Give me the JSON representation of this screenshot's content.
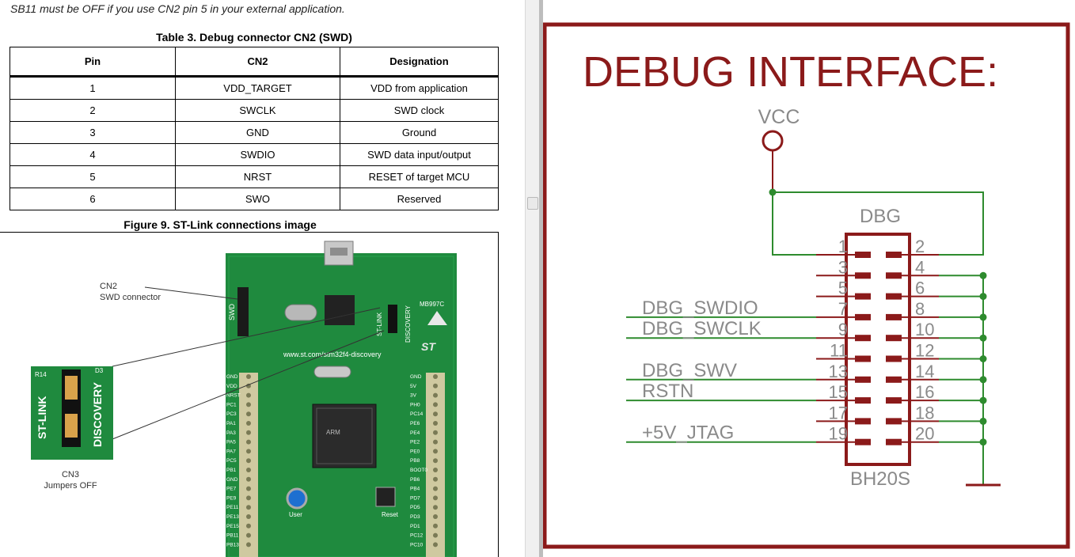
{
  "doc": {
    "note": "SB11 must be OFF if you use CN2 pin 5 in your external application.",
    "table_caption": "Table 3. Debug connector CN2 (SWD)",
    "table": {
      "headers": [
        "Pin",
        "CN2",
        "Designation"
      ],
      "rows": [
        [
          "1",
          "VDD_TARGET",
          "VDD from application"
        ],
        [
          "2",
          "SWCLK",
          "SWD clock"
        ],
        [
          "3",
          "GND",
          "Ground"
        ],
        [
          "4",
          "SWDIO",
          "SWD data input/output"
        ],
        [
          "5",
          "NRST",
          "RESET of target MCU"
        ],
        [
          "6",
          "SWO",
          "Reserved"
        ]
      ]
    },
    "figure_caption": "Figure 9. ST-Link connections image",
    "figure": {
      "cn2_label": "CN2",
      "cn2_sub": "SWD connector",
      "cn3_label": "CN3",
      "cn3_sub": "Jumpers OFF",
      "inset_left": "ST-LINK",
      "inset_right": "DISCOVERY",
      "inset_r14": "R14",
      "inset_d3": "D3",
      "board_id": "MB997C",
      "board_url": "www.st.com/stm32f4-discovery",
      "board_stlink": "ST-LINK",
      "board_discovery": "DISCOVERY",
      "board_swd": "SWD",
      "board_user": "User",
      "board_reset": "Reset",
      "left_header_labels": [
        "GND",
        "VDD",
        "NRST",
        "PC1",
        "PC3",
        "PA1",
        "PA3",
        "PA5",
        "PA7",
        "PC5",
        "PB1",
        "GND",
        "PE7",
        "PE9",
        "PE11",
        "PE13",
        "PE15",
        "PB11",
        "PB13"
      ],
      "right_header_labels": [
        "GND",
        "5V",
        "3V",
        "PH0",
        "PC14",
        "PE6",
        "PE4",
        "PE2",
        "PE0",
        "PB8",
        "BOOT0",
        "PB6",
        "PB4",
        "PD7",
        "PD5",
        "PD3",
        "PD1",
        "PC12",
        "PC10"
      ]
    }
  },
  "schematic": {
    "title": "DEBUG INTERFACE:",
    "vcc": "VCC",
    "part_name": "DBG",
    "part_value": "BH20S",
    "pins_left": [
      "1",
      "3",
      "5",
      "7",
      "9",
      "11",
      "13",
      "15",
      "17",
      "19"
    ],
    "pins_right": [
      "2",
      "4",
      "6",
      "8",
      "10",
      "12",
      "14",
      "16",
      "18",
      "20"
    ],
    "nets": [
      {
        "label": "DBG_SWDIO",
        "pin": "7"
      },
      {
        "label": "DBG_SWCLK",
        "pin": "9"
      },
      {
        "label": "DBG_SWV",
        "pin": "13"
      },
      {
        "label": "RSTN",
        "pin": "15"
      },
      {
        "label": "+5V_JTAG",
        "pin": "19"
      }
    ],
    "colors": {
      "frame": "#8b1a1a",
      "wire": "#2e8b2e",
      "text": "#8a8a8a",
      "part": "#8b1a1a"
    }
  }
}
